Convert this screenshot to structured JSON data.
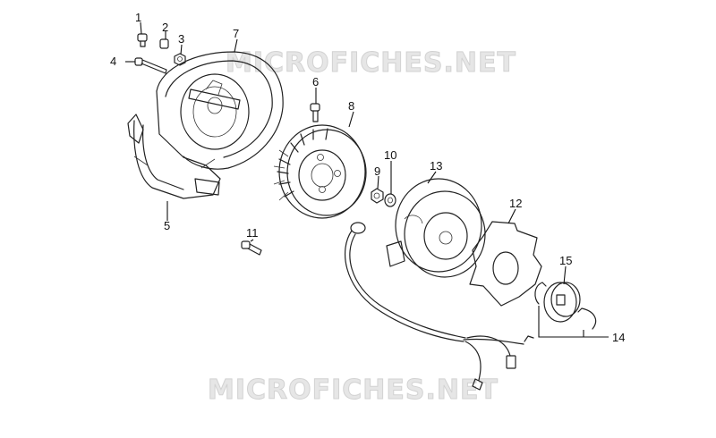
{
  "watermark": "MICROFICHES.NET",
  "callouts": {
    "c1": "1",
    "c2": "2",
    "c3": "3",
    "c4": "4",
    "c5": "5",
    "c6": "6",
    "c7": "7",
    "c8": "8",
    "c9": "9",
    "c10": "10",
    "c11": "11",
    "c12": "12",
    "c13": "13",
    "c14": "14",
    "c15": "15"
  }
}
